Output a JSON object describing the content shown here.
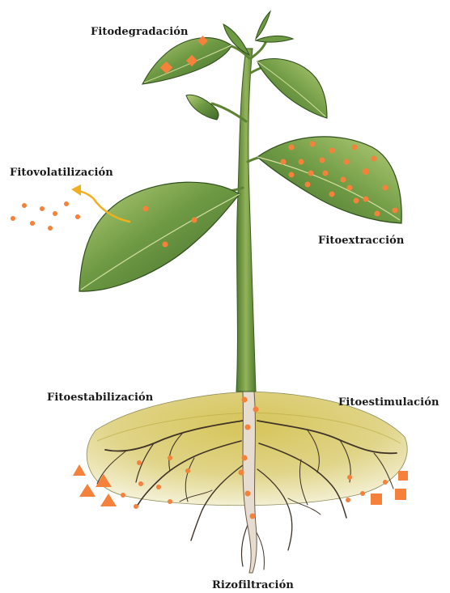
{
  "labels": {
    "fitodegradacion": "Fitodegradación",
    "fitovolatilizacion": "Fitovolatilización",
    "fitoextraccion": "Fitoextracción",
    "fitoestabilizacion": "Fitoestabilización",
    "fitoestimulacion": "Fitoestimulación",
    "rizofiltracion": "Rizofiltración"
  },
  "colors": {
    "contaminant": "#f5813a",
    "arrow": "#f0b020",
    "leaf": "#5e8a3a",
    "leaf_light": "#a9c46e",
    "stem": "#7fa24a",
    "soil": "#d8cc6a",
    "soil_light": "#ece6b0",
    "root": "#4a3b2c",
    "taproot": "#e6ddd0"
  }
}
